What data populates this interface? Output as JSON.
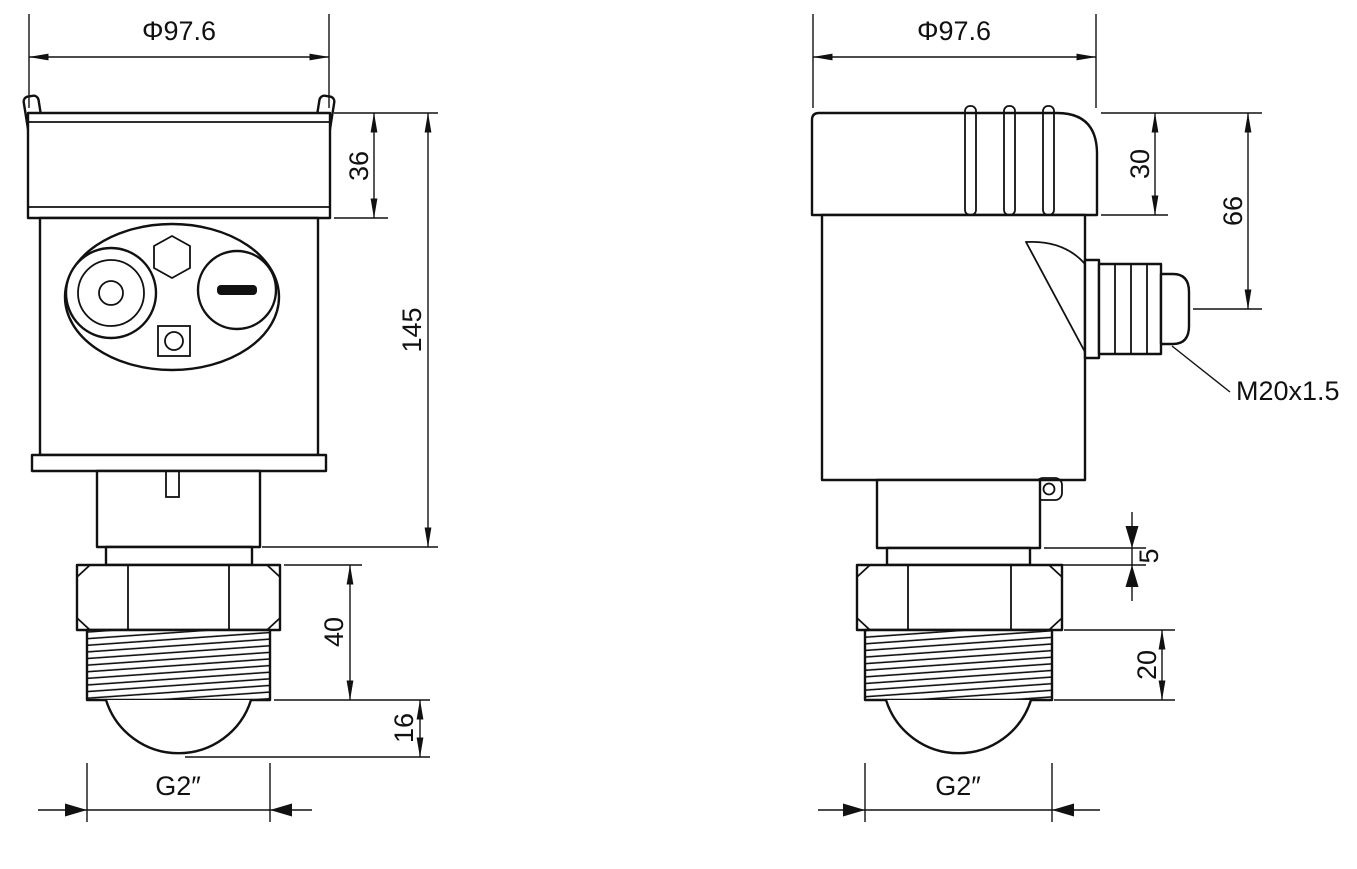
{
  "front_view": {
    "labels": {
      "diameter": "Φ97.6",
      "lid_height": "36",
      "total_height": "145",
      "nut_section_height": "40",
      "lens_height": "16",
      "process_thread": "G2″"
    }
  },
  "side_view": {
    "labels": {
      "diameter": "Φ97.6",
      "lid_height": "30",
      "gland_height": "66",
      "gland_thread": "M20x1.5",
      "adapter_height": "5",
      "thread_length": "20",
      "process_thread": "G2″"
    }
  },
  "style": {
    "line_color": "#111111",
    "background": "#ffffff"
  }
}
